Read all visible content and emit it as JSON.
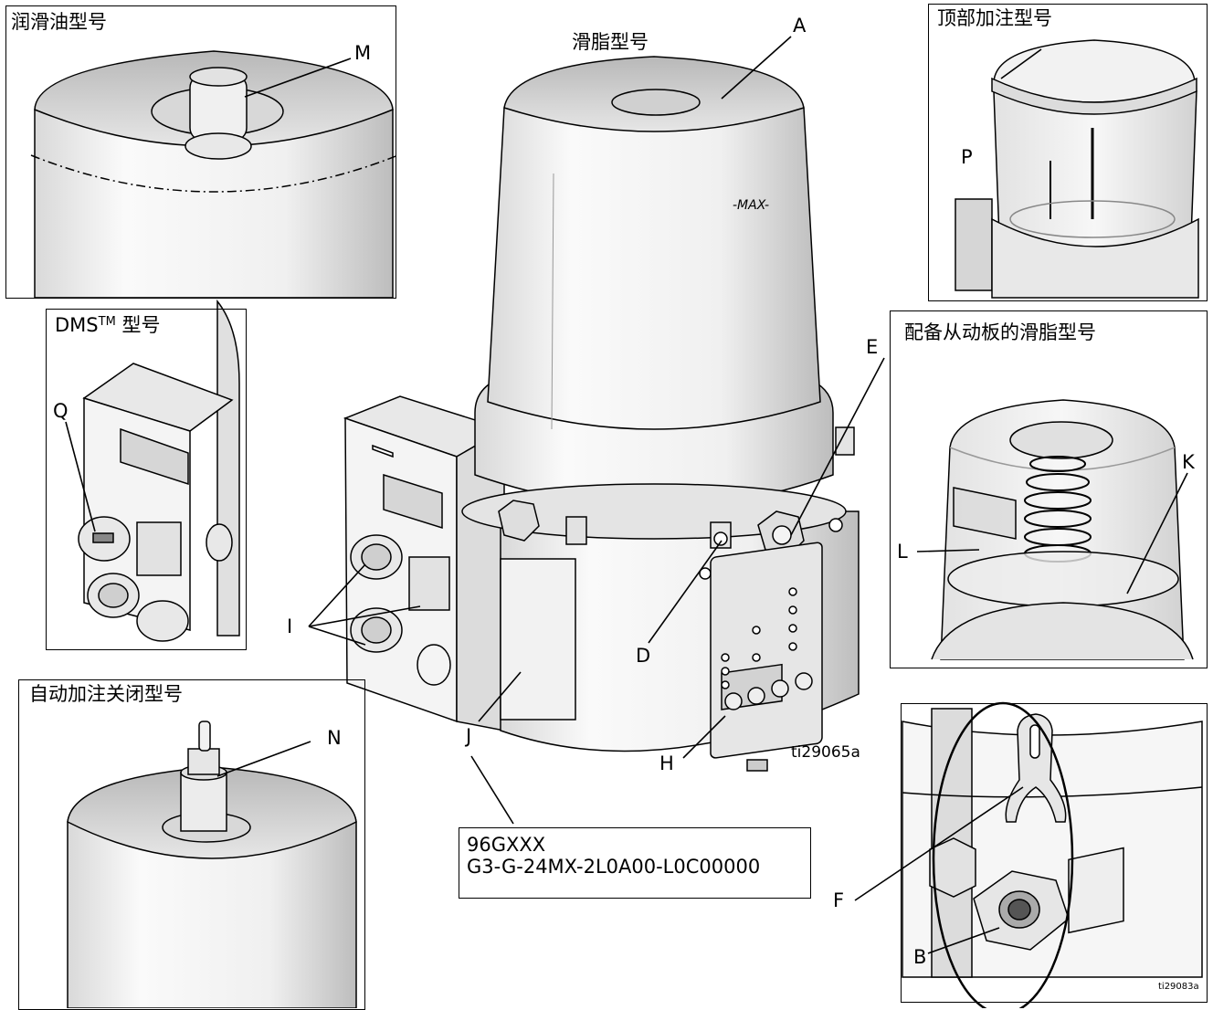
{
  "titles": {
    "grease": "滑脂型号",
    "oil": "润滑油型号",
    "top_fill": "顶部加注型号",
    "dms_prefix": "DMS",
    "dms_tm": "TM",
    "dms_suffix": " 型号",
    "follower": "配备从动板的滑脂型号",
    "auto_fill": "自动加注关闭型号"
  },
  "reservoir_mark": "-MAX-",
  "callouts": {
    "A": "A",
    "B": "B",
    "D": "D",
    "E": "E",
    "F": "F",
    "H": "H",
    "I": "I",
    "J": "J",
    "K": "K",
    "L": "L",
    "M": "M",
    "N": "N",
    "P": "P",
    "Q": "Q"
  },
  "part_label": {
    "line1": "96GXXX",
    "line2": "G3-G-24MX-2L0A00-L0C00000"
  },
  "figure_refs": {
    "main": "ti29065a",
    "detail": "ti29083a"
  }
}
